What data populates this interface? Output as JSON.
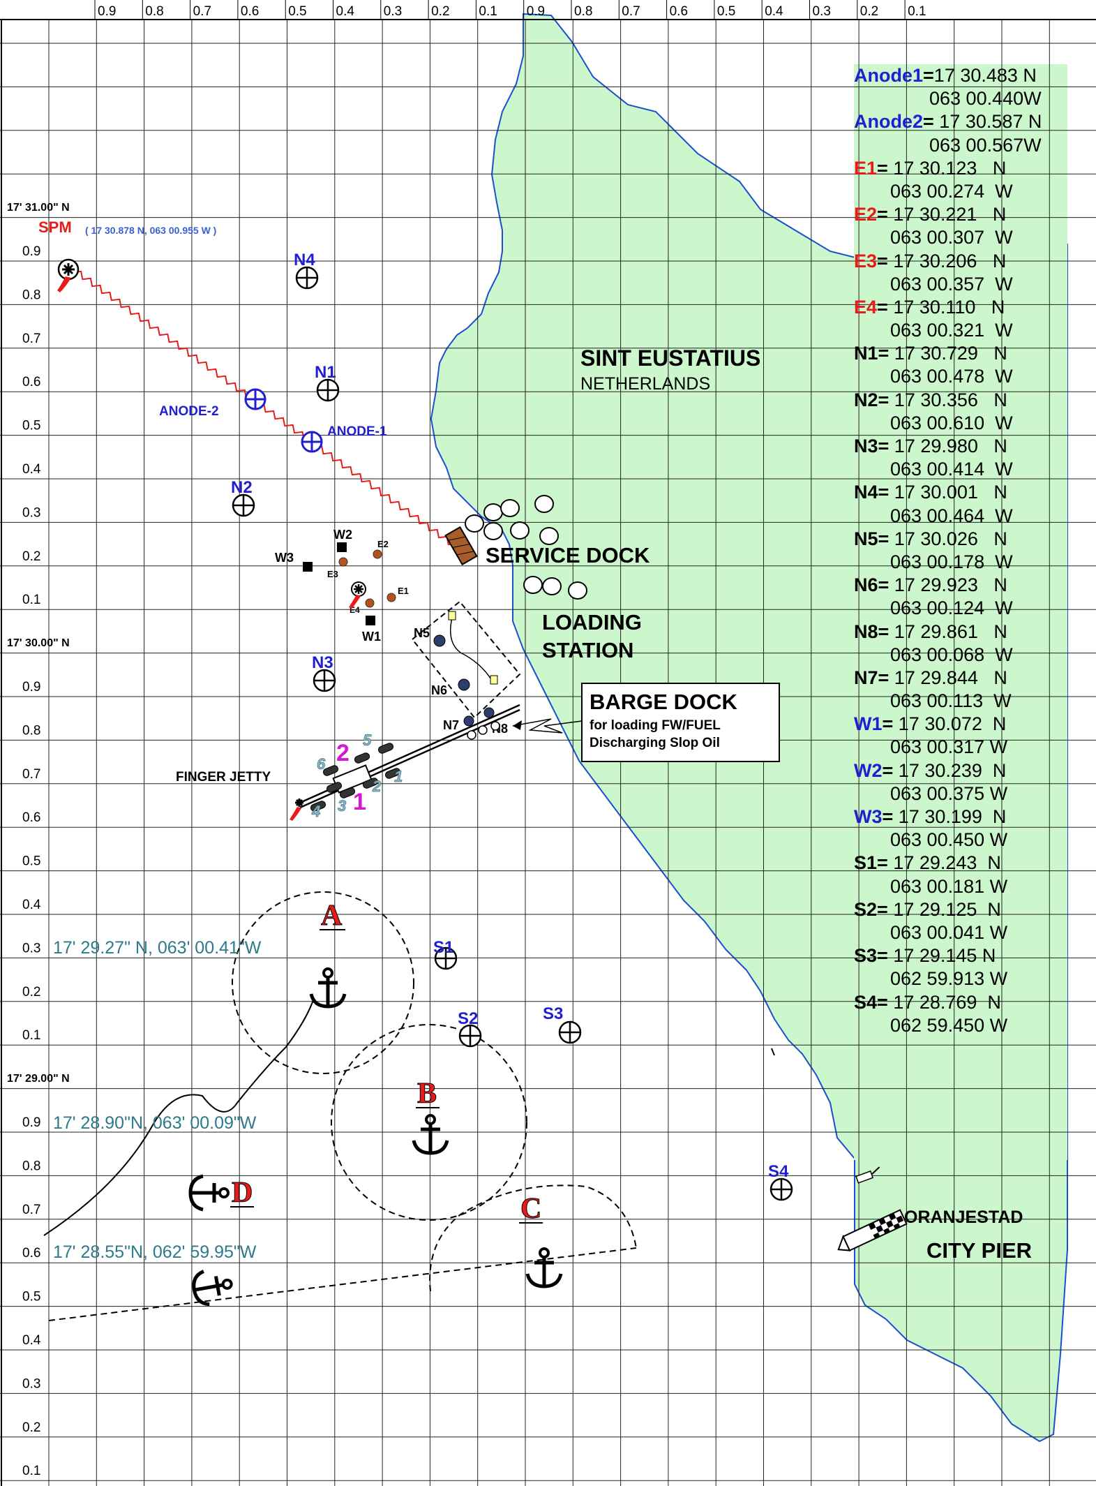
{
  "grid": {
    "top_ticks": [
      "0.9",
      "0.8",
      "0.7",
      "0.6",
      "0.5",
      "0.4",
      "0.3",
      "0.2",
      "0.1",
      "0.9",
      "0.8",
      "0.7",
      "0.6",
      "0.5",
      "0.4",
      "0.3",
      "0.2",
      "0.1"
    ],
    "left_ticks_upper": [
      "0.9",
      "0.8",
      "0.7",
      "0.6",
      "0.5",
      "0.4",
      "0.3",
      "0.2",
      "0.1"
    ],
    "left_ticks_middle": [
      "0.9",
      "0.8",
      "0.7",
      "0.6",
      "0.5",
      "0.4",
      "0.3",
      "0.2",
      "0.1"
    ],
    "left_ticks_lower": [
      "0.9",
      "0.8",
      "0.7",
      "0.6",
      "0.5",
      "0.4",
      "0.3",
      "0.2",
      "0.1"
    ],
    "lat_31": "17' 31.00\" N",
    "lat_30": "17' 30.00\" N",
    "lat_29": "17' 29.00\" N"
  },
  "island": {
    "name": "SINT EUSTATIUS",
    "country": "NETHERLANDS",
    "fill": "#ccf7cc"
  },
  "places": {
    "service_dock": "SERVICE DOCK",
    "loading_station_1": "LOADING",
    "loading_station_2": "STATION",
    "barge_dock_title": "BARGE DOCK",
    "barge_dock_line1": "for loading FW/FUEL",
    "barge_dock_line2": "Discharging Slop Oil",
    "finger_jetty": "FINGER JETTY",
    "oranjestad": "ORANJESTAD",
    "city_pier": "CITY PIER"
  },
  "spm": {
    "label": "SPM",
    "coords": "( 17 30.878 N, 063 00.955 W )"
  },
  "buoys": {
    "N1": "N1",
    "N2": "N2",
    "N3": "N3",
    "N4": "N4",
    "N5": "N5",
    "N6": "N6",
    "N7": "N7",
    "N8": "N8",
    "S1": "S1",
    "S2": "S2",
    "S3": "S3",
    "S4": "S4",
    "anode1": "ANODE-1",
    "anode2": "ANODE-2",
    "W1": "W1",
    "W2": "W2",
    "W3": "W3",
    "E1": "E1",
    "E2": "E2",
    "E3": "E3",
    "E4": "E4"
  },
  "berths": {
    "b1": "1",
    "b2": "2",
    "b3": "3",
    "b4": "4",
    "b5": "5",
    "b6": "6",
    "b_1": "1",
    "b_2": "2"
  },
  "anchorages": {
    "A": "A",
    "B": "B",
    "C": "C",
    "D": "D",
    "A_pos": "17'  29.27\" N,  063'  00.41\"W",
    "B_pos": "17'  28.90\"N,  063'  00.09\"W",
    "C_pos": "17'  28.55\"N,  062'  59.95\"W"
  },
  "coordinates": [
    {
      "name": "Anode1",
      "sep": "=",
      "lat": "17 30.483 N",
      "lon": "063 00.440W",
      "color": "#1f1fd1"
    },
    {
      "name": "Anode2",
      "sep": "= ",
      "lat": "17 30.587 N",
      "lon": "063 00.567W",
      "color": "#1f1fd1"
    },
    {
      "name": "E1",
      "sep": "= ",
      "lat": "17 30.123   N",
      "lon": "063 00.274  W",
      "color": "#e81a1a"
    },
    {
      "name": "E2",
      "sep": "= ",
      "lat": "17 30.221   N",
      "lon": "063 00.307  W",
      "color": "#e81a1a"
    },
    {
      "name": "E3",
      "sep": "= ",
      "lat": "17 30.206   N",
      "lon": "063 00.357  W",
      "color": "#e81a1a"
    },
    {
      "name": "E4",
      "sep": "= ",
      "lat": "17 30.110   N",
      "lon": "063 00.321  W",
      "color": "#e81a1a"
    },
    {
      "name": "N1",
      "sep": "= ",
      "lat": "17 30.729   N",
      "lon": "063 00.478  W",
      "color": "#000000"
    },
    {
      "name": "N2",
      "sep": "= ",
      "lat": "17 30.356   N",
      "lon": "063 00.610  W",
      "color": "#000000"
    },
    {
      "name": "N3",
      "sep": "= ",
      "lat": "17 29.980   N",
      "lon": "063 00.414  W",
      "color": "#000000"
    },
    {
      "name": "N4",
      "sep": "= ",
      "lat": "17 30.001   N",
      "lon": "063 00.464  W",
      "color": "#000000"
    },
    {
      "name": "N5",
      "sep": "= ",
      "lat": "17 30.026   N",
      "lon": "063 00.178  W",
      "color": "#000000"
    },
    {
      "name": "N6",
      "sep": "= ",
      "lat": "17 29.923   N",
      "lon": "063 00.124  W",
      "color": "#000000"
    },
    {
      "name": "N8",
      "sep": "= ",
      "lat": "17 29.861   N",
      "lon": "063 00.068  W",
      "color": "#000000"
    },
    {
      "name": "N7",
      "sep": "= ",
      "lat": "17 29.844   N",
      "lon": "063 00.113  W",
      "color": "#000000"
    },
    {
      "name": "W1",
      "sep": "= ",
      "lat": "17 30.072  N",
      "lon": "063 00.317 W",
      "color": "#1f1fd1"
    },
    {
      "name": "W2",
      "sep": "= ",
      "lat": "17 30.239  N",
      "lon": "063 00.375 W",
      "color": "#1f1fd1"
    },
    {
      "name": "W3",
      "sep": "= ",
      "lat": "17 30.199  N",
      "lon": "063 00.450 W",
      "color": "#1f1fd1"
    },
    {
      "name": "S1",
      "sep": "= ",
      "lat": "17 29.243  N",
      "lon": "063 00.181 W",
      "color": "#000000"
    },
    {
      "name": "S2",
      "sep": "= ",
      "lat": "17 29.125  N",
      "lon": "063 00.041 W",
      "color": "#000000"
    },
    {
      "name": "S3",
      "sep": "= ",
      "lat": "17 29.145 N",
      "lon": "062 59.913 W",
      "color": "#000000"
    },
    {
      "name": "S4",
      "sep": "= ",
      "lat": "17 28.769  N",
      "lon": "062 59.450 W",
      "color": "#000000"
    }
  ],
  "colors": {
    "label_blue": "#1f1fd1",
    "label_red": "#e81a1a",
    "teal": "#2c7a8a",
    "magenta": "#d21ad2",
    "hose": "#e81a1a",
    "land": "#ccf7cc",
    "coast": "#1a4fd1"
  }
}
